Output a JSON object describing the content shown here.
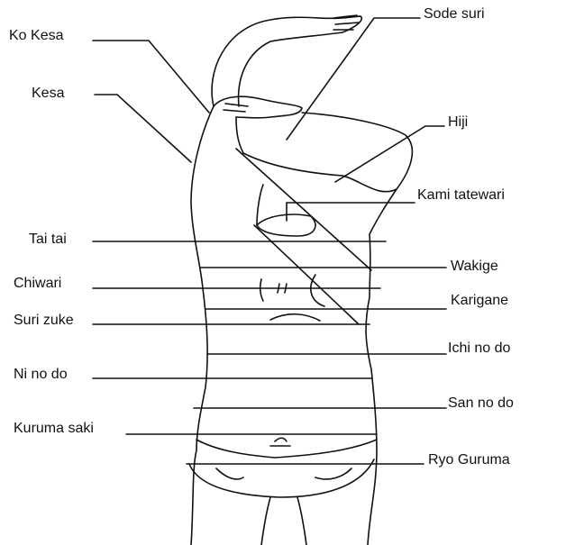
{
  "labels": {
    "ko_kesa": "Ko Kesa",
    "kesa": "Kesa",
    "sode_suri": "Sode suri",
    "hiji": "Hiji",
    "kami_tatewari": "Kami tatewari",
    "tai_tai": "Tai tai",
    "wakige": "Wakige",
    "chiwari": "Chiwari",
    "karigane": "Karigane",
    "suri_zuke": "Suri zuke",
    "ichi_no_do": "Ichi no do",
    "ni_no_do": "Ni no do",
    "san_no_do": "San no do",
    "kuruma_saki": "Kuruma saki",
    "ryo_guruma": "Ryo Guruma"
  }
}
